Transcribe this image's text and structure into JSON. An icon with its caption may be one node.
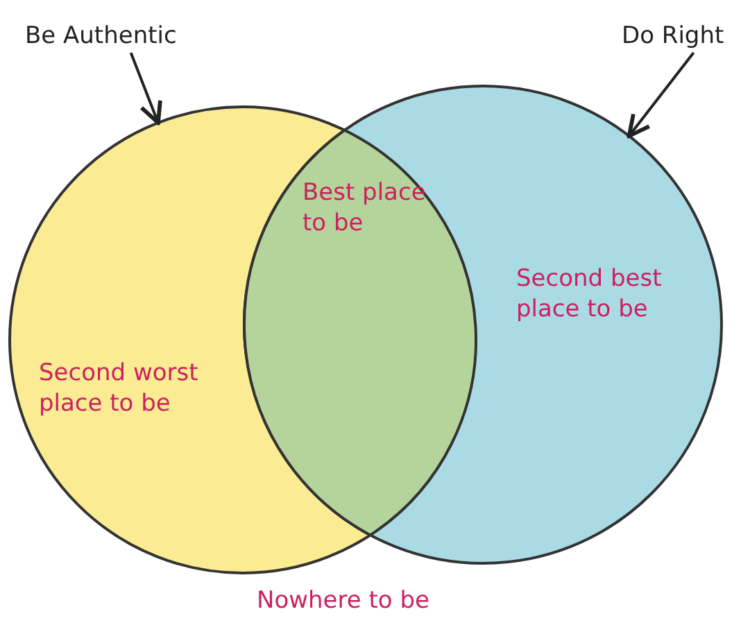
{
  "diagram": {
    "nodes": [
      {
        "text": [
          "Be Authentic"
        ]
      },
      {
        "text": [],
        "shape": "circle"
      },
      {
        "text": [
          "Do Right"
        ]
      },
      {
        "text": [],
        "shape": "circle"
      }
    ],
    "edges": [
      {
        "from": 0,
        "to": 1,
        "arrow": "to"
      },
      {
        "from": 2,
        "to": 3,
        "arrow": "to"
      }
    ],
    "labels": [
      "Best place to be",
      "Second best place to be",
      "Second worst place to be",
      "Nowhere to be"
    ]
  }
}
